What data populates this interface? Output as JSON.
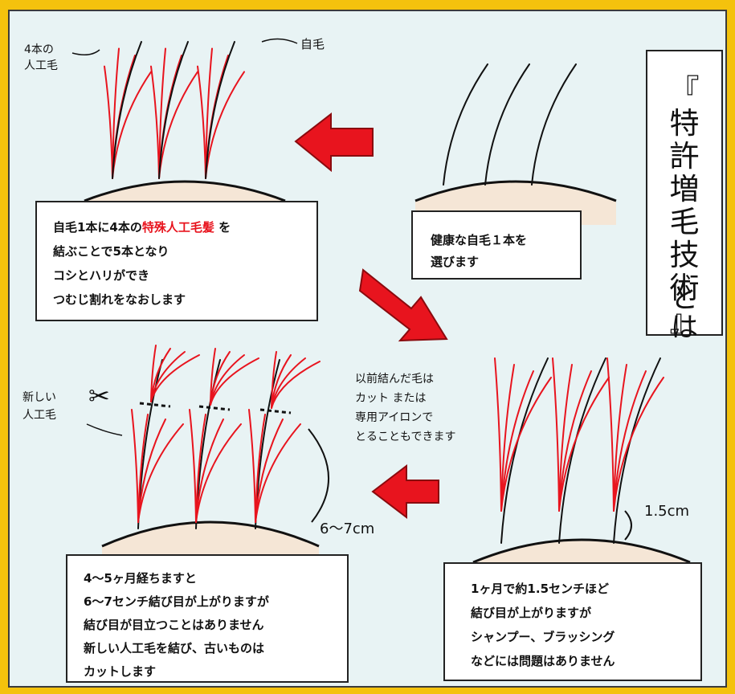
{
  "title": {
    "chars": [
      "『",
      "特",
      "許",
      "増",
      "毛",
      "技",
      "術",
      "』",
      "と",
      "は"
    ]
  },
  "step1": {
    "lines": [
      "健康な自毛１本を",
      "選びます"
    ]
  },
  "step2": {
    "line1_before": "自毛1本に4本の",
    "line1_highlight": "特殊人工毛髪",
    "line1_after": " を",
    "lines": [
      "結ぶことで5本となり",
      "コシとハリができ",
      "つむじ割れをなおします"
    ]
  },
  "step3": {
    "lines": [
      "1ヶ月で約1.5センチほど",
      "結び目が上がりますが",
      "シャンプー、ブラッシング",
      "などには問題はありません"
    ]
  },
  "step4": {
    "lines": [
      "4〜5ヶ月経ちますと",
      "6〜7センチ結び目が上がりますが",
      "結び目が目立つことはありません",
      "新しい人工毛を結び、古いものは",
      "カットします"
    ]
  },
  "labels": {
    "artificial_4": [
      "4本の",
      "人工毛"
    ],
    "natural_hair": "自毛",
    "new_artificial": [
      "新しい",
      "人工毛"
    ],
    "cut_note": [
      "以前結んだ毛は",
      "カット または",
      "専用アイロンで",
      "とることもできます"
    ],
    "growth_small": "1.5cm",
    "growth_large": "6〜7cm"
  },
  "colors": {
    "background": "#f4c20d",
    "panel": "#e8f3f4",
    "scalp": "#f5e6d6",
    "artificial_hair": "#e8141e",
    "natural_hair": "#111111",
    "arrow": "#e8141e"
  }
}
